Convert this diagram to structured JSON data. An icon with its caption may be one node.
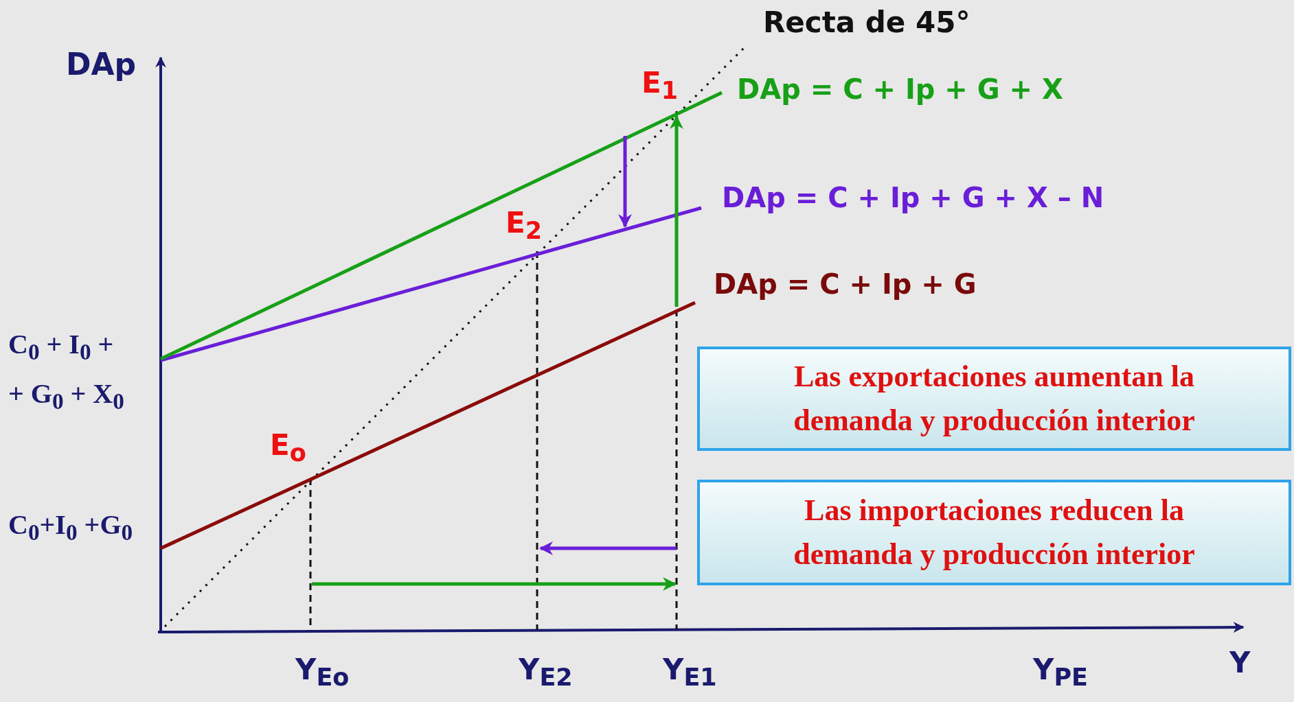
{
  "diagram": {
    "nodes": [
      {
        "text": [
          "Las exportaciones aumentan la demanda y producción interior"
        ]
      },
      {
        "text": [
          "Las importaciones reducen la demanda y producción interior"
        ]
      }
    ],
    "labels": [
      "Recta de 45°",
      "DAp",
      "E$_{1}$",
      "DAp = C + Ip + G + X",
      "DAp = C + Ip + G + X – N",
      "E$_{2}$",
      "DAp = C + Ip + G",
      "C$_{0}$ + I$_{0}$ +",
      "+ G$_{0}$ + X$_{0}$",
      "E$_{o}$",
      "C$_{0}$+I$_{0}$ +G$_{0}$",
      "Y$_{Eo}$",
      "Y$_{E2}$",
      "Y$_{E1}$",
      "Y$_{PE}$",
      "Y"
    ]
  }
}
